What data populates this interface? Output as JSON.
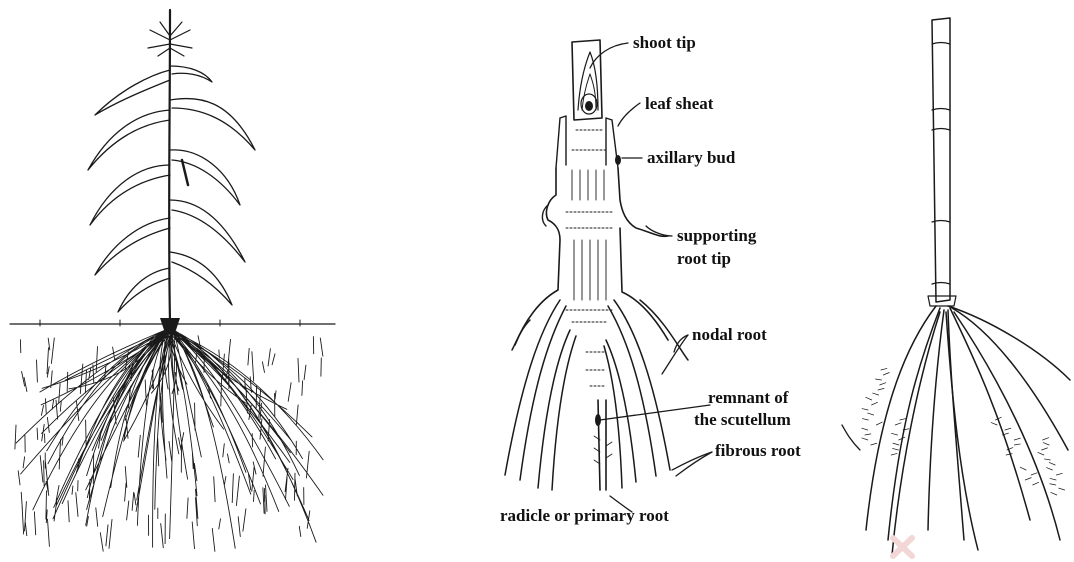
{
  "labels": {
    "shoot_tip": "shoot tip",
    "leaf_sheat": "leaf sheat",
    "axillary_bud": "axillary bud",
    "supporting_line1": "supporting",
    "supporting_line2": "root tip",
    "nodal_root": "nodal root",
    "remnant_line1": "remnant of",
    "remnant_line2": "the scutellum",
    "fibrous_root": "fibrous root",
    "radicle": "radicle or primary root"
  },
  "colors": {
    "ink": "#1a1a1a",
    "background": "#ffffff",
    "watermark": "#f3d6d6"
  }
}
